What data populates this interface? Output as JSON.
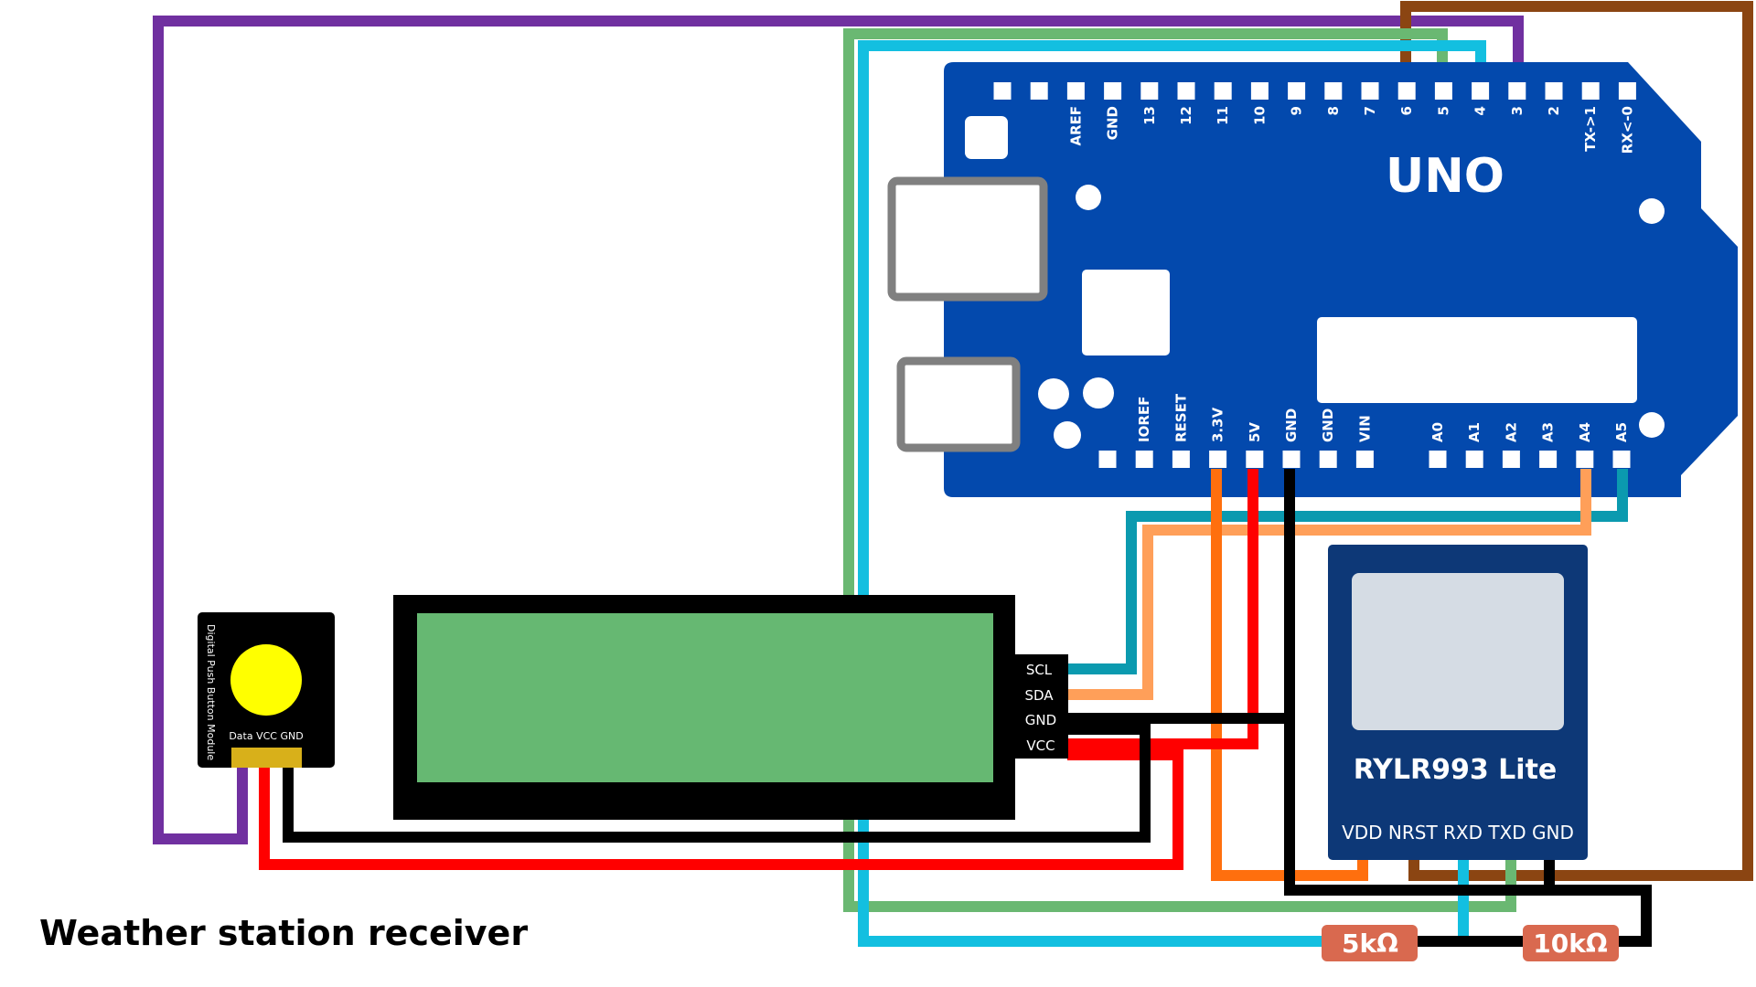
{
  "caption": "Weather station receiver",
  "arduino": {
    "name": "UNO",
    "top_pins": [
      "AREF",
      "GND",
      "13",
      "12",
      "11",
      "10",
      "9",
      "8",
      "7",
      "6",
      "5",
      "4",
      "3",
      "2",
      "TX->1",
      "RX<-0"
    ],
    "bottom_power_pins": [
      "IOREF",
      "RESET",
      "3.3V",
      "5V",
      "GND",
      "GND",
      "VIN"
    ],
    "bottom_analog_pins": [
      "A0",
      "A1",
      "A2",
      "A3",
      "A4",
      "A5"
    ]
  },
  "lcd": {
    "pins": [
      "SCL",
      "SDA",
      "GND",
      "VCC"
    ]
  },
  "button_module": {
    "title": "Digital Push Button Module",
    "pins_label": "Data VCC GND"
  },
  "lora": {
    "name": "RYLR993 Lite",
    "pins_label": "VDD NRST RXD TXD GND"
  },
  "resistors": {
    "r1": "5kΩ",
    "r2": "10kΩ"
  },
  "colors": {
    "board_blue": "#0349ad",
    "lcd_green": "#66b872",
    "lora_blue": "#0d3877",
    "button_yellow": "#ffff00",
    "resistor": "#d9694f",
    "wire_purple": "#7030a0",
    "wire_green": "#6ab872",
    "wire_cyan": "#13bfe0",
    "wire_brown": "#8b4512",
    "wire_orange": "#ff6f0e",
    "wire_red": "#ff0000",
    "wire_black": "#000000",
    "wire_teal": "#0b9aaf",
    "wire_salmon": "#ff9f59"
  }
}
